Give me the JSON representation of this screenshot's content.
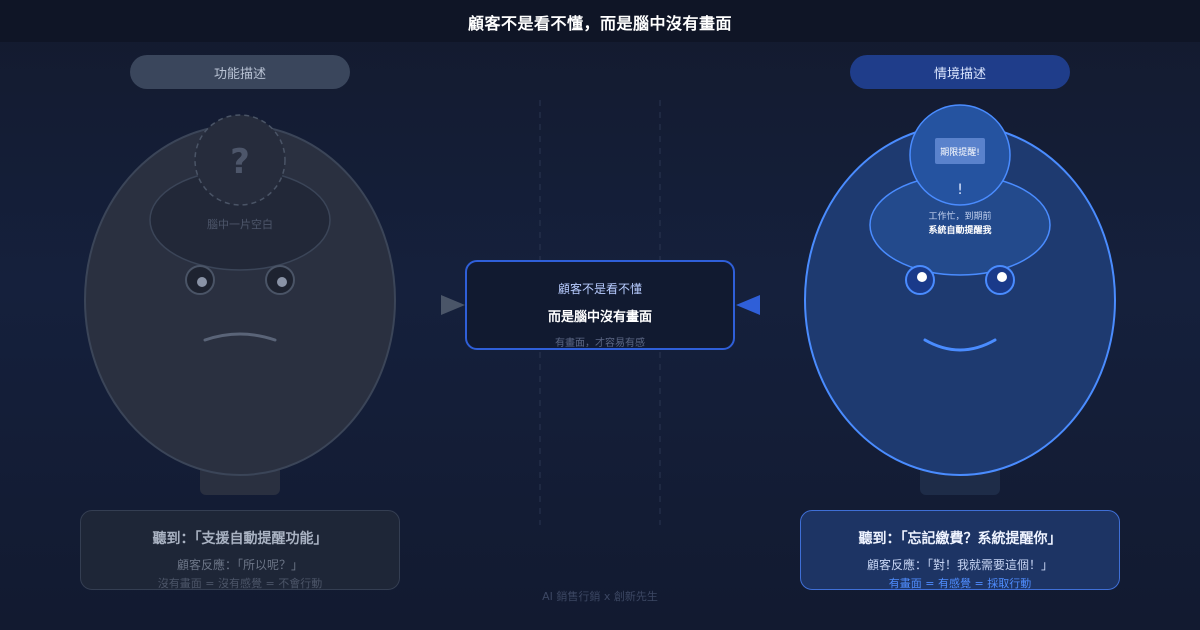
{
  "header": {
    "title": "顧客不是看不懂，而是腦中沒有畫面"
  },
  "left": {
    "pill_label": "功能描述",
    "thought_symbol": "?",
    "blank_text": "腦中一片空白",
    "card": {
      "heard": "聽到：「支援自動提醒功能」",
      "reaction": "顧客反應：「所以呢？」",
      "note": "沒有畫面 = 沒有感覺 = 不會行動"
    }
  },
  "right": {
    "pill_label": "情境描述",
    "screen_label": "期限提醒!",
    "exclaim_symbol": "!",
    "scene_line1": "工作忙，到期前",
    "scene_line2": "系統自動提醒我",
    "card": {
      "heard": "聽到：「忘記繳費？系統提醒你」",
      "reaction": "顧客反應：「對！我就需要這個！」",
      "note": "有畫面 = 有感覺 = 採取行動"
    }
  },
  "center": {
    "line1": "顧客不是看不懂",
    "line2": "而是腦中沒有畫面",
    "line3": "有畫面，才容易有感"
  },
  "footer": {
    "credit": "AI 銷售行銷 x 創新先生"
  },
  "colors": {
    "background": "#131a2e",
    "left_head": "#2a3040",
    "right_head": "#1e3a70",
    "accent_blue": "#4a8cff",
    "arrow_left": "#4a5568",
    "arrow_right": "#2f5fd8"
  }
}
